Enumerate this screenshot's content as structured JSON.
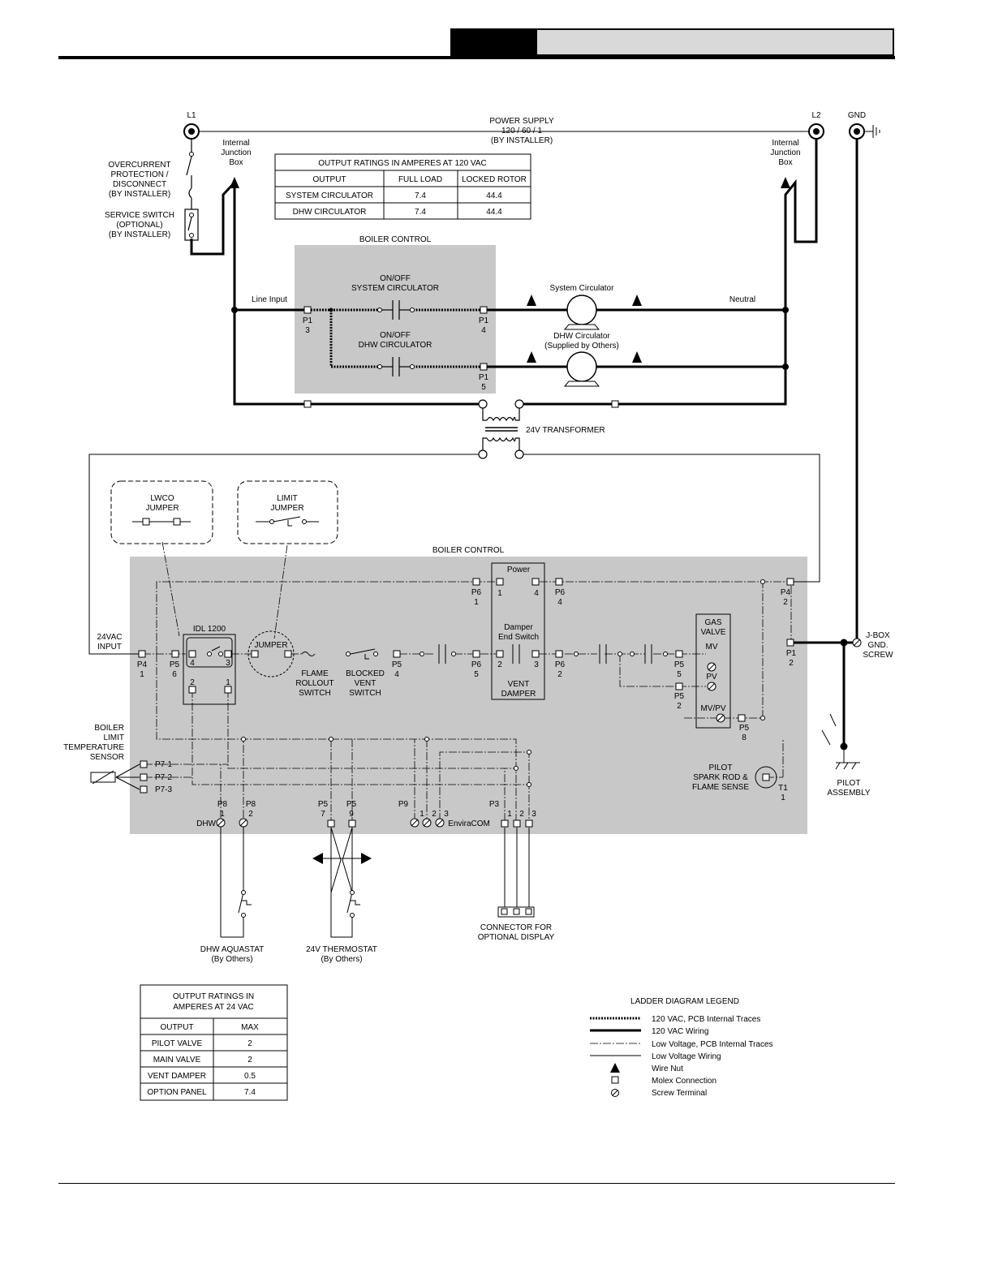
{
  "diagram": {
    "terminals": {
      "l1": "L1",
      "l2": "L2",
      "gnd": "GND"
    },
    "power_supply": [
      "POWER SUPPLY",
      "120 / 60 / 1",
      "(BY INSTALLER)"
    ],
    "junction_left": [
      "Internal",
      "Junction",
      "Box"
    ],
    "junction_right": [
      "Internal",
      "Junction",
      "Box"
    ],
    "overcurrent": [
      "OVERCURRENT",
      "PROTECTION /",
      "DISCONNECT",
      "(BY INSTALLER)"
    ],
    "service_switch": [
      "SERVICE SWITCH",
      "(OPTIONAL)",
      "(BY INSTALLER)"
    ],
    "ratings_120": {
      "title": "OUTPUT RATINGS IN AMPERES AT 120 VAC",
      "headers": [
        "OUTPUT",
        "FULL LOAD",
        "LOCKED ROTOR"
      ],
      "rows": [
        [
          "SYSTEM CIRCULATOR",
          "7.4",
          "44.4"
        ],
        [
          "DHW CIRCULATOR",
          "7.4",
          "44.4"
        ]
      ]
    },
    "boiler_control_top": "BOILER CONTROL",
    "boiler_control_bottom": "BOILER CONTROL",
    "line_input": "Line Input",
    "neutral": "Neutral",
    "onoff_system": [
      "ON/OFF",
      "SYSTEM CIRCULATOR"
    ],
    "onoff_dhw": [
      "ON/OFF",
      "DHW CIRCULATOR"
    ],
    "system_circulator": "System Circulator",
    "dhw_circulator": [
      "DHW Circulator",
      "(Supplied by Others)"
    ],
    "p1_3": [
      "P1",
      "3"
    ],
    "p1_4": [
      "P1",
      "4"
    ],
    "p1_5": [
      "P1",
      "5"
    ],
    "transformer": "24V TRANSFORMER",
    "lwco_jumper": [
      "LWCO",
      "JUMPER"
    ],
    "limit_jumper": [
      "LIMIT",
      "JUMPER"
    ],
    "input_24vac": [
      "24VAC",
      "INPUT"
    ],
    "p4_1": [
      "P4",
      "1"
    ],
    "p5_6": [
      "P5",
      "6"
    ],
    "idl": "IDL 1200",
    "idl_pins": [
      "4",
      "3",
      "2",
      "1"
    ],
    "jumper": "JUMPER",
    "flame_rollout": [
      "FLAME",
      "ROLLOUT",
      "SWITCH"
    ],
    "blocked_vent": [
      "BLOCKED",
      "VENT",
      "SWITCH"
    ],
    "p5_4": [
      "P5",
      "4"
    ],
    "p6_5": [
      "P6",
      "5"
    ],
    "p6_1": [
      "P6",
      "1"
    ],
    "p6_4": [
      "P6",
      "4"
    ],
    "p6_2": [
      "P6",
      "2"
    ],
    "power": "Power",
    "power_pins": [
      "1",
      "4",
      "2",
      "3"
    ],
    "damper_end_switch": [
      "Damper",
      "End Switch"
    ],
    "vent_damper": [
      "VENT",
      "DAMPER"
    ],
    "gas_valve": [
      "GAS",
      "VALVE"
    ],
    "mv": "MV",
    "pv": "PV",
    "mvpv": "MV/PV",
    "p5_5": [
      "P5",
      "5"
    ],
    "p5_2": [
      "P5",
      "2"
    ],
    "p5_8": [
      "P5",
      "8"
    ],
    "p4_2": [
      "P4",
      "2"
    ],
    "p1_2": [
      "P1",
      "2"
    ],
    "jbox": [
      "J-BOX",
      "GND.",
      "SCREW"
    ],
    "limit_sensor": [
      "BOILER",
      "LIMIT",
      "TEMPERATURE",
      "SENSOR"
    ],
    "p7": [
      "P7-1",
      "P7-2",
      "P7-3"
    ],
    "pilot_spark": [
      "PILOT",
      "SPARK ROD &",
      "FLAME SENSE"
    ],
    "t1": [
      "T1",
      "1"
    ],
    "pilot_assembly": [
      "PILOT",
      "ASSEMBLY"
    ],
    "p8_1": [
      "P8",
      "1"
    ],
    "p8_2": [
      "P8",
      "2"
    ],
    "dhw": "DHW",
    "p5_7": [
      "P5",
      "7"
    ],
    "p5_9": [
      "P5",
      "9"
    ],
    "p9": "P9",
    "p9_pins": [
      "1",
      "2",
      "3"
    ],
    "enviracom": "EnviraCOM",
    "p3": "P3",
    "p3_pins": [
      "1",
      "2",
      "3"
    ],
    "dhw_aquastat": [
      "DHW AQUASTAT",
      "(By Others)"
    ],
    "thermostat": [
      "24V THERMOSTAT",
      "(By Others)"
    ],
    "connector_display": [
      "CONNECTOR FOR",
      "OPTIONAL DISPLAY"
    ]
  },
  "ratings_24": {
    "title": [
      "OUTPUT RATINGS IN",
      "AMPERES AT 24 VAC"
    ],
    "headers": [
      "OUTPUT",
      "MAX"
    ],
    "rows": [
      [
        "PILOT VALVE",
        "2"
      ],
      [
        "MAIN VALVE",
        "2"
      ],
      [
        "VENT DAMPER",
        "0.5"
      ],
      [
        "OPTION PANEL",
        "7.4"
      ]
    ]
  },
  "legend": {
    "title": "LADDER DIAGRAM LEGEND",
    "items": [
      "120 VAC, PCB Internal Traces",
      "120 VAC Wiring",
      "Low Voltage, PCB Internal Traces",
      "Low Voltage Wiring",
      "Wire Nut",
      "Molex Connection",
      "Screw Terminal"
    ]
  },
  "colors": {
    "panel": "#c8c8c8",
    "ink": "#000000",
    "header_grey": "#d9d9d9"
  }
}
